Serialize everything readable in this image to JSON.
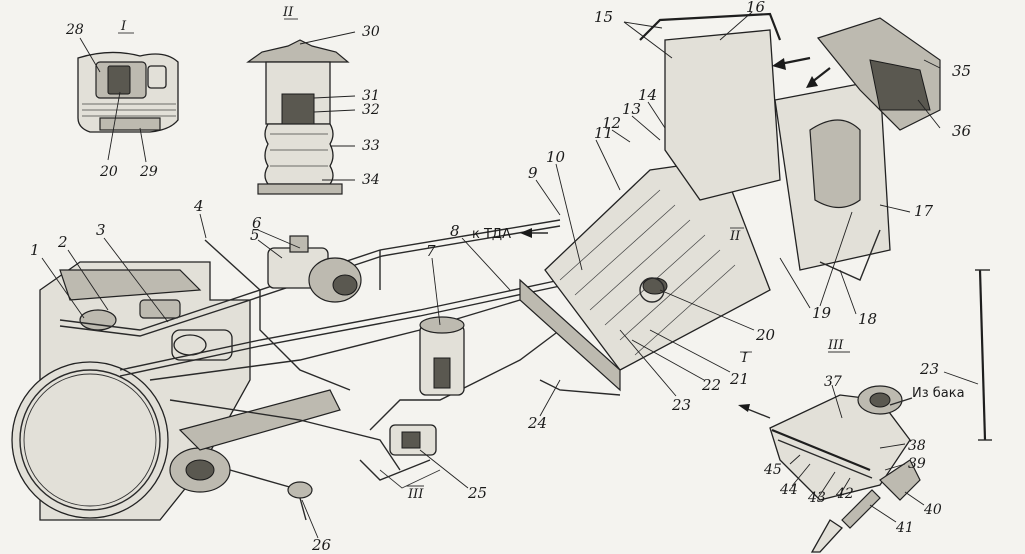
{
  "insets": {
    "I": {
      "numeral": "I",
      "labels": [
        "28",
        "20",
        "29"
      ]
    },
    "II": {
      "numeral": "II",
      "labels": [
        "30",
        "31",
        "32",
        "33",
        "34"
      ]
    },
    "III": {
      "numeral": "III",
      "labels": [
        "37",
        "38",
        "39",
        "40",
        "41",
        "42",
        "43",
        "44",
        "45"
      ],
      "note": "Из бака"
    }
  },
  "section_marks": {
    "I_main": "I",
    "II_main": "II",
    "III_main": "III"
  },
  "arrow_text": "к ТДА",
  "callouts": [
    "1",
    "2",
    "3",
    "4",
    "5",
    "6",
    "7",
    "8",
    "9",
    "10",
    "11",
    "12",
    "13",
    "14",
    "15",
    "16",
    "17",
    "18",
    "19",
    "20",
    "21",
    "22",
    "23",
    "23",
    "24",
    "25",
    "26",
    "35",
    "36"
  ]
}
